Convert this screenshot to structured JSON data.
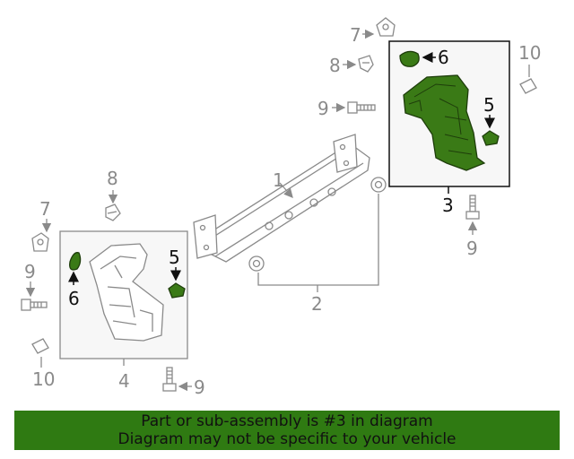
{
  "callouts": {
    "c1": "1",
    "c2": "2",
    "c3": "3",
    "c4": "4",
    "c5_right": "5",
    "c5_left": "5",
    "c6_right": "6",
    "c6_left": "6",
    "c7_top": "7",
    "c7_left": "7",
    "c8_top": "8",
    "c8_left": "8",
    "c9_top": "9",
    "c9_right_bottom": "9",
    "c9_left": "9",
    "c9_left_bottom": "9",
    "c10_right": "10",
    "c10_left": "10"
  },
  "banner": {
    "line1": "Part or sub-assembly is #3 in diagram",
    "line2": "Diagram may not be specific to your vehicle"
  },
  "colors": {
    "highlight": "#3a7a16",
    "banner_bg": "#2f7a12",
    "line": "#8a8a8a"
  }
}
